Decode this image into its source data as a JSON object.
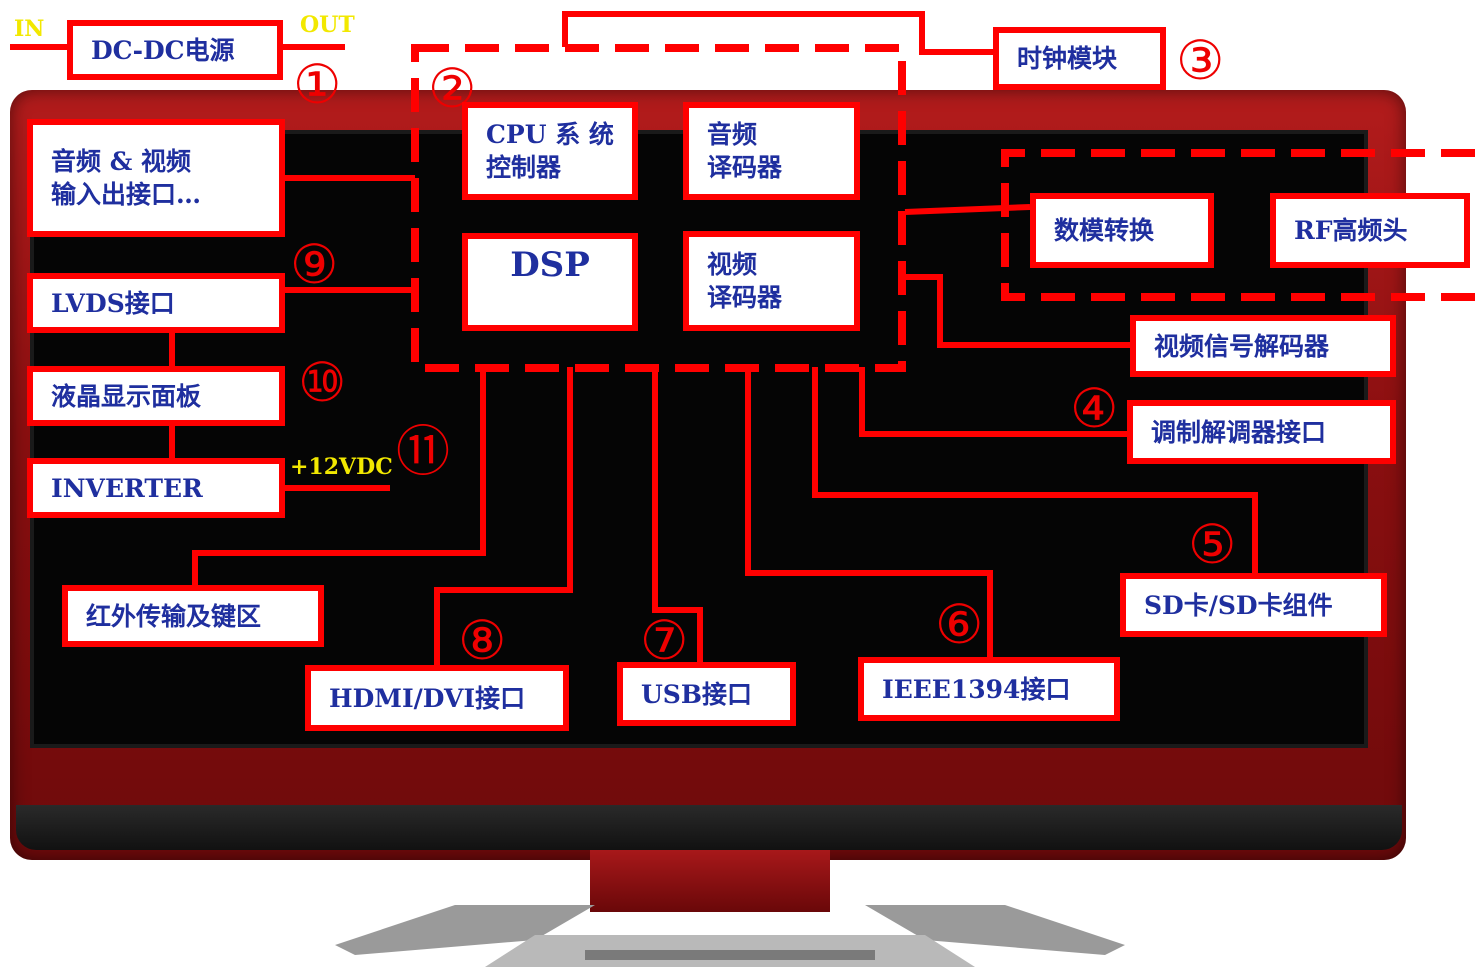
{
  "power": {
    "in_label": "IN",
    "out_label": "OUT",
    "box": "DC-DC电源",
    "num": "①"
  },
  "cpu_group": {
    "num": "②",
    "cpu": [
      "CPU 系 统",
      "控制器"
    ],
    "audio_decoder": [
      "音频",
      "译码器"
    ],
    "dsp": "DSP",
    "video_decoder": [
      "视频",
      "译码器"
    ]
  },
  "clock": {
    "box": "时钟模块",
    "num": "③"
  },
  "av_io": [
    "音频 & 视频",
    "输入出接口…"
  ],
  "dac": "数模转换",
  "rf": "RF高频头",
  "video_signal_decoder": "视频信号解码器",
  "modem": {
    "box": "调制解调器接口",
    "num": "④"
  },
  "sd": {
    "box": "SD卡/SD卡组件",
    "num": "⑤"
  },
  "ieee": {
    "box": "IEEE1394接口",
    "num": "⑥"
  },
  "usb": {
    "box": "USB接口",
    "num": "⑦"
  },
  "hdmi": {
    "box": "HDMI/DVI接口",
    "num": "⑧"
  },
  "lvds": {
    "box": "LVDS接口",
    "num": "⑨"
  },
  "lcd": {
    "box": "液晶显示面板",
    "num": "⑩"
  },
  "inverter": {
    "box": "INVERTER",
    "num": "⑪",
    "voltage": "+12VDC"
  },
  "ir": {
    "box": "红外传输及键区"
  },
  "colors": {
    "bezel": "#a01416",
    "screen": "#050505",
    "line": "#ff0000",
    "text": "#1f2f9f",
    "yellow": "#f2e800"
  }
}
